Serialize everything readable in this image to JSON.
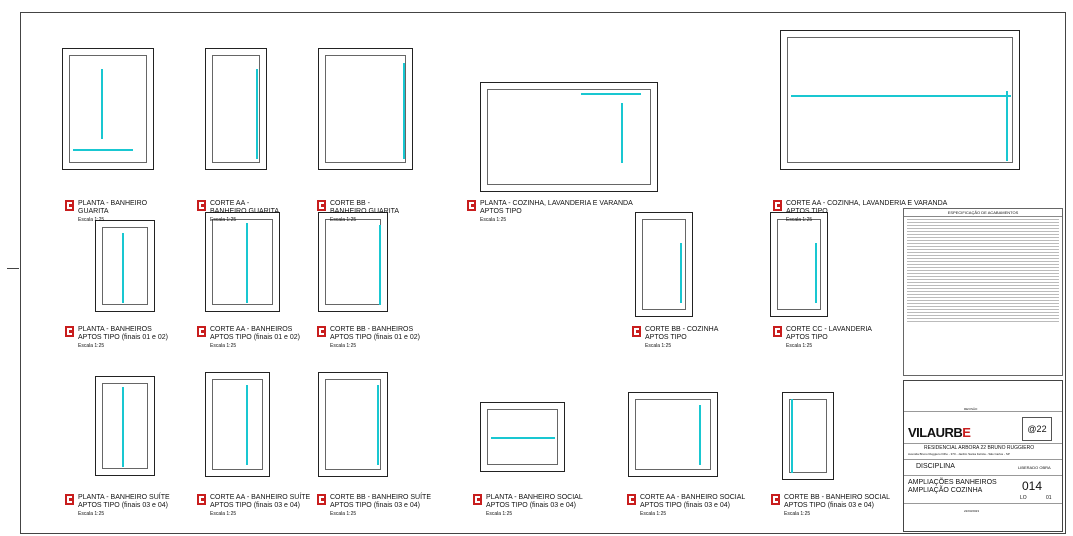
{
  "drawings": [
    {
      "id": "d1",
      "t1": "PLANTA - BANHEIRO",
      "t2": "GUARITA",
      "sc": "Escala 1:25"
    },
    {
      "id": "d2",
      "t1": "CORTE AA -",
      "t2": "BANHEIRO GUARITA",
      "sc": "Escala 1:25"
    },
    {
      "id": "d3",
      "t1": "CORTE BB -",
      "t2": "BANHEIRO GUARITA",
      "sc": "Escala 1:25"
    },
    {
      "id": "d4",
      "t1": "PLANTA - COZINHA, LAVANDERIA E VARANDA",
      "t2": "APTOS TIPO",
      "sc": "Escala 1:25"
    },
    {
      "id": "d5",
      "t1": "CORTE AA - COZINHA, LAVANDERIA E VARANDA",
      "t2": "APTOS TIPO",
      "sc": "Escala 1:25"
    },
    {
      "id": "d6",
      "t1": "PLANTA - BANHEIROS",
      "t2": "APTOS TIPO (finais 01 e 02)",
      "sc": "Escala 1:25"
    },
    {
      "id": "d7",
      "t1": "CORTE AA - BANHEIROS",
      "t2": "APTOS TIPO (finais 01 e 02)",
      "sc": "Escala 1:25"
    },
    {
      "id": "d8",
      "t1": "CORTE BB - BANHEIROS",
      "t2": "APTOS TIPO (finais 01 e 02)",
      "sc": "Escala 1:25"
    },
    {
      "id": "d9",
      "t1": "CORTE BB - COZINHA",
      "t2": "APTOS TIPO",
      "sc": "Escala 1:25"
    },
    {
      "id": "d10",
      "t1": "CORTE CC - LAVANDERIA",
      "t2": "APTOS TIPO",
      "sc": "Escala 1:25"
    },
    {
      "id": "d11",
      "t1": "PLANTA - BANHEIRO SUÍTE",
      "t2": "APTOS TIPO (finais 03 e 04)",
      "sc": "Escala 1:25"
    },
    {
      "id": "d12",
      "t1": "CORTE AA - BANHEIRO SUÍTE",
      "t2": "APTOS TIPO (finais 03 e 04)",
      "sc": "Escala 1:25"
    },
    {
      "id": "d13",
      "t1": "CORTE BB - BANHEIRO SUÍTE",
      "t2": "APTOS TIPO (finais 03 e 04)",
      "sc": "Escala 1:25"
    },
    {
      "id": "d14",
      "t1": "PLANTA - BANHEIRO SOCIAL",
      "t2": "APTOS TIPO (finais 03 e 04)",
      "sc": "Escala 1:25"
    },
    {
      "id": "d15",
      "t1": "CORTE AA - BANHEIRO SOCIAL",
      "t2": "APTOS TIPO (finais 03 e 04)",
      "sc": "Escala 1:25"
    },
    {
      "id": "d16",
      "t1": "CORTE BB - BANHEIRO SOCIAL",
      "t2": "APTOS TIPO (finais 03 e 04)",
      "sc": "Escala 1:25"
    }
  ],
  "spec": {
    "title": "ESPECIFICAÇÃO DE ACABAMENTOS"
  },
  "titleblock": {
    "project": "RESIDENCIAL ARBORA 22 BRUNO RUGGIERO",
    "address": "Avenida Bruno Ruggiero Filho - 370 - Jardim Santa Felícia - São Carlos - SP",
    "brand_a": "VILAURB",
    "brand_b": "E",
    "badge": "@22",
    "disciplina_label": "DISCIPLINA",
    "status": "LIBERADO OBRA",
    "contents_1": "AMPLIAÇÕES BANHEIROS",
    "contents_2": "AMPLIAÇÃO COZINHA",
    "sheet": "014",
    "sheet_code": "LO",
    "sheet_rev": "01",
    "revisao_label": "REVISÃO",
    "date": "22/03/2023"
  }
}
